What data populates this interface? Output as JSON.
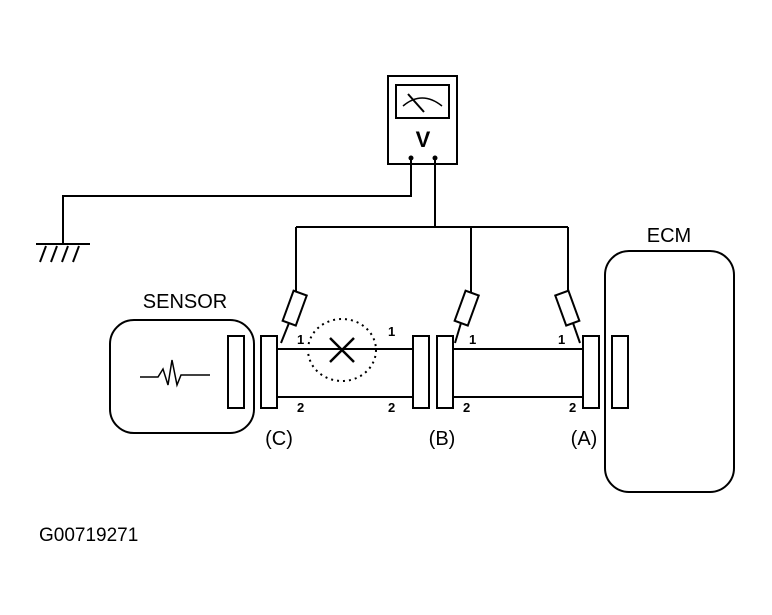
{
  "diagram": {
    "meter_symbol": "V",
    "sensor_label": "SENSOR",
    "ecm_label": "ECM",
    "connectors": {
      "a": "(A)",
      "b": "(B)",
      "c": "(C)"
    },
    "pins": {
      "c_pin1": "1",
      "c_pin2": "2",
      "b_left_pin1": "1",
      "b_left_pin2": "2",
      "b_right_pin1": "1",
      "b_right_pin2": "2",
      "a_pin1": "1",
      "a_pin2": "2"
    },
    "figure_code": "G00719271"
  },
  "icons": [
    "voltmeter-icon",
    "ground-symbol-icon",
    "sensor-waveform-icon",
    "open-circuit-x-icon",
    "test-probe-icon"
  ],
  "colors": {
    "line": "#000000",
    "background": "#ffffff"
  }
}
